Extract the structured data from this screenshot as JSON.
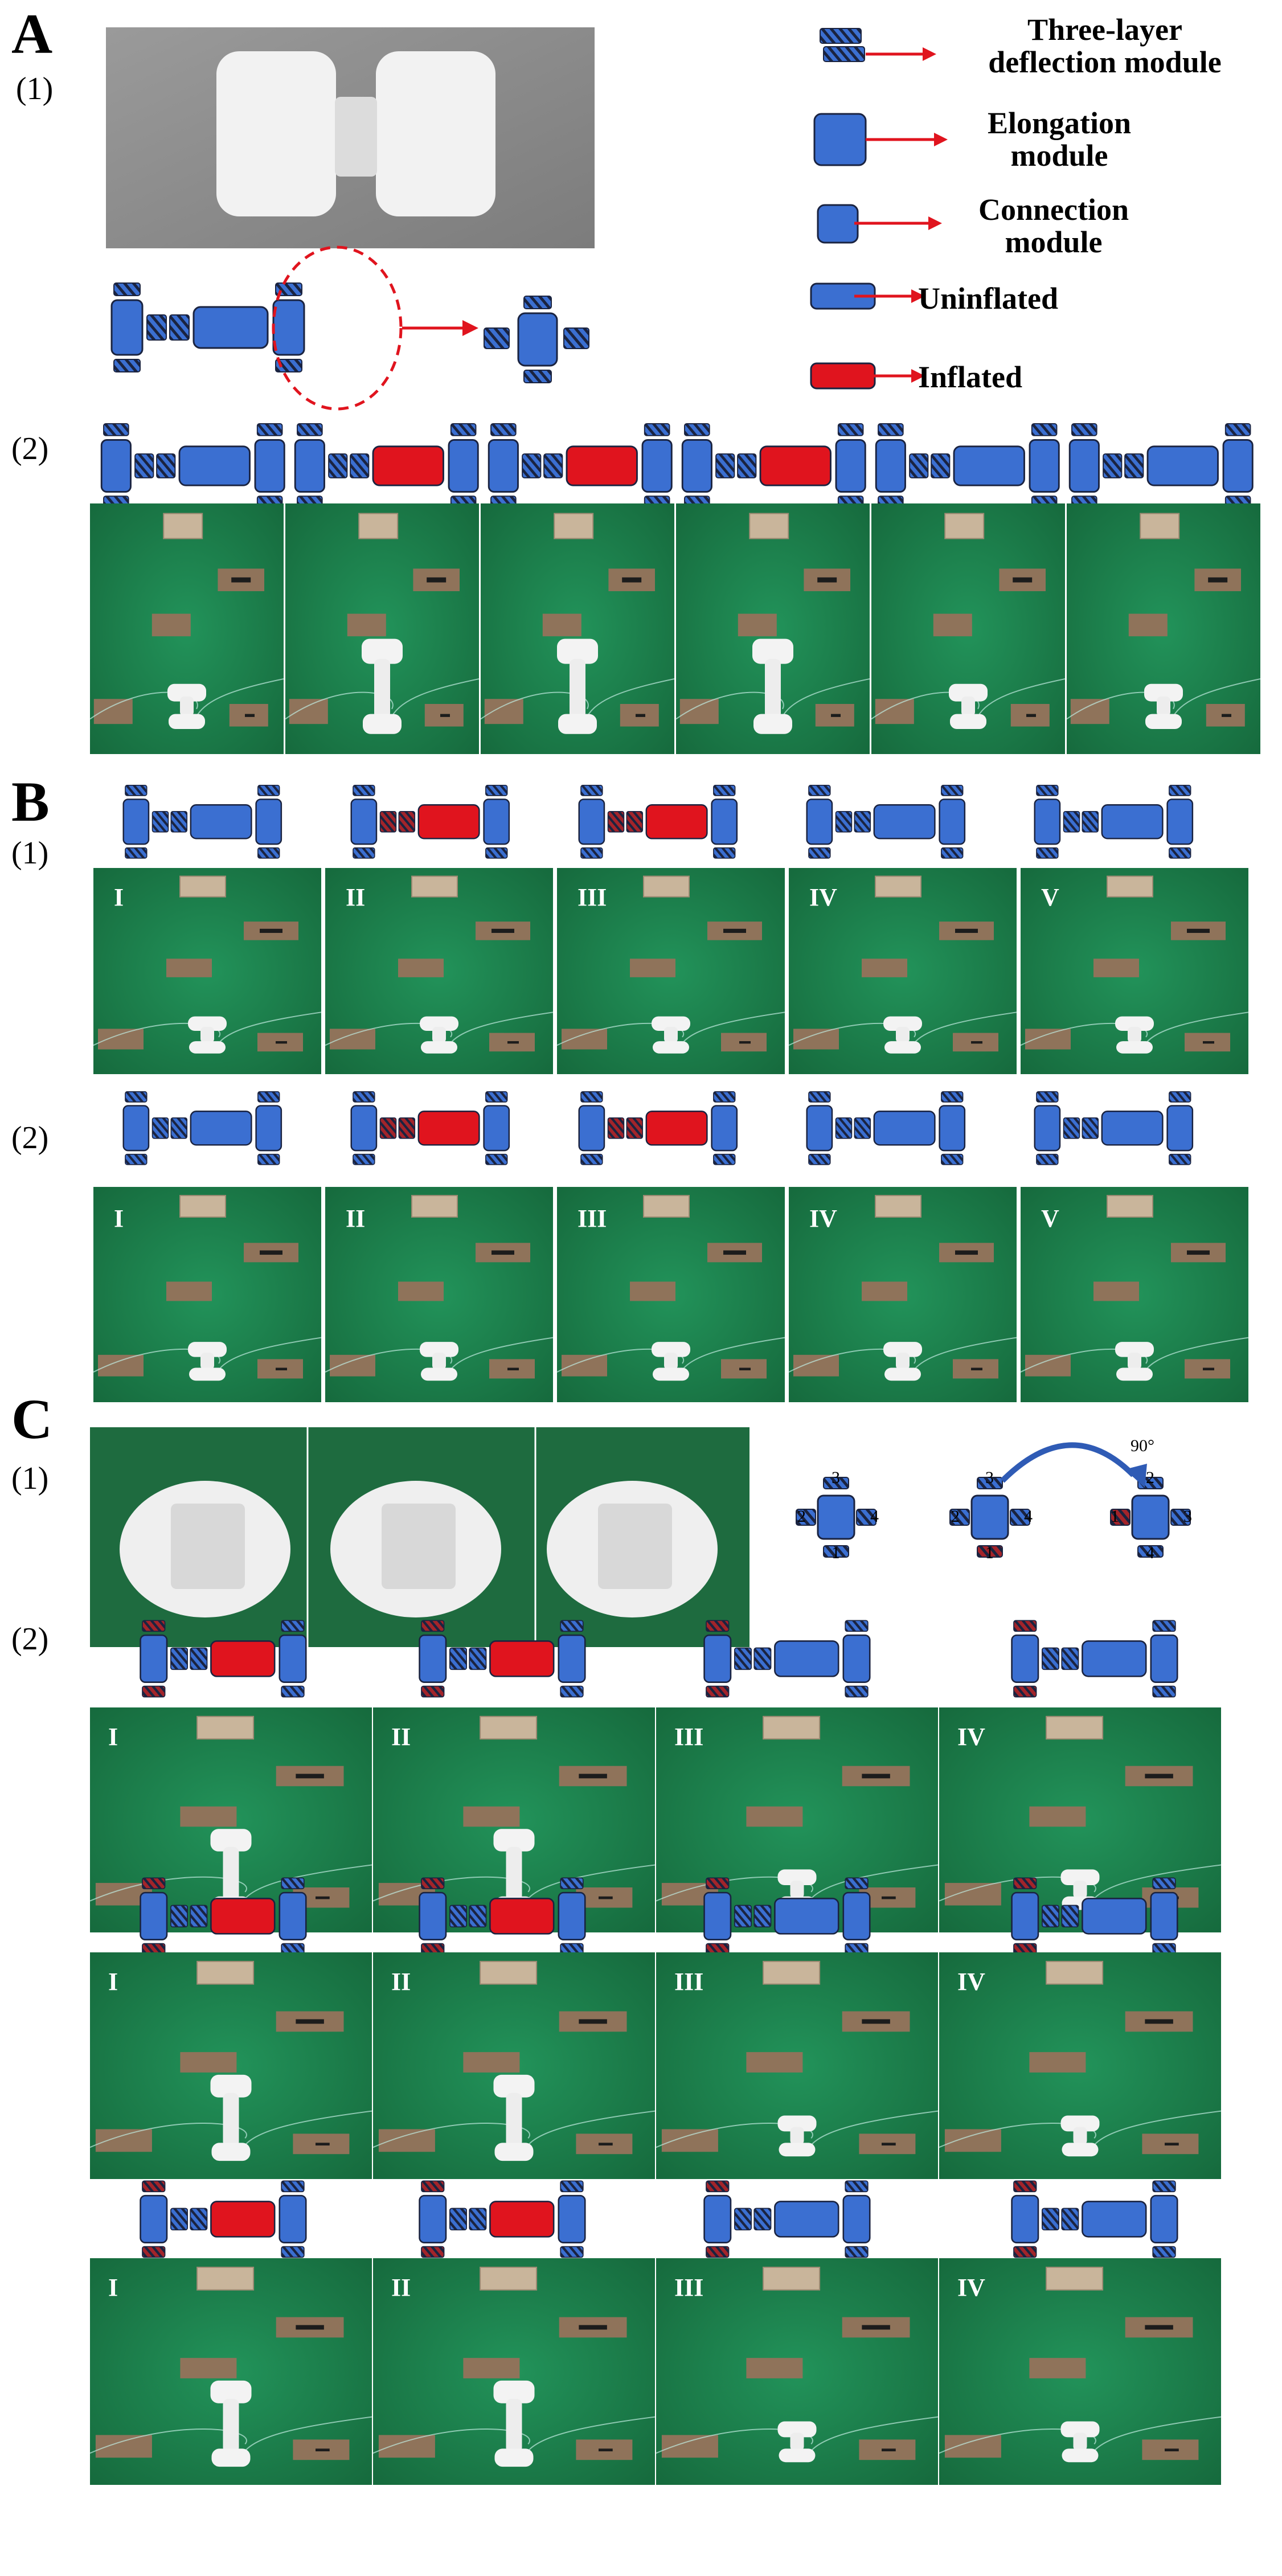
{
  "panels": {
    "A": {
      "letter": "A",
      "sub1": "(1)",
      "sub2": "(2)"
    },
    "B": {
      "letter": "B",
      "sub1": "(1)",
      "sub2": "(2)"
    },
    "C": {
      "letter": "C",
      "sub1": "(1)",
      "sub2": "(2)"
    }
  },
  "legend": {
    "deflection": "Three-layer deflection module",
    "deflection_l1": "Three-layer",
    "deflection_l2": "deflection module",
    "elongation_l1": "Elongation",
    "elongation_l2": "module",
    "connection_l1": "Connection",
    "connection_l2": "module",
    "uninflated": "Uninflated",
    "inflated": "Inflated"
  },
  "rotation": {
    "angle": "90°",
    "before": [
      "3",
      "2",
      "4",
      "1"
    ],
    "middle": [
      "3",
      "2",
      "4",
      "1"
    ],
    "after": [
      "2",
      "1",
      "3",
      "4"
    ]
  },
  "romans": [
    "I",
    "II",
    "III",
    "IV",
    "V"
  ],
  "colors": {
    "blue": "#3b6fd1",
    "red": "#e0141e",
    "darkred": "#a3242a",
    "navy": "#1a2340",
    "green": "#1d7a4a",
    "card": "#c9b59b",
    "card_dark": "#8f735a"
  },
  "states": {
    "A2": [
      "uninflated",
      "elongation",
      "elongation",
      "elongation",
      "uninflated",
      "uninflated"
    ],
    "B1": [
      "uninflated",
      "elong-left",
      "elong-left",
      "uninflated",
      "uninflated"
    ],
    "B2": [
      "uninflated",
      "elong-left",
      "elong-left",
      "uninflated",
      "uninflated"
    ],
    "C2a": [
      "elong-rot",
      "elong-rot",
      "uninflated-rot",
      "uninflated-rot"
    ],
    "C2b": [
      "elong-rot",
      "elong-rot",
      "uninflated-rot",
      "uninflated-rot"
    ],
    "C2c": [
      "elong-rot",
      "elong-rot",
      "uninflated-rot",
      "uninflated-rot"
    ]
  }
}
